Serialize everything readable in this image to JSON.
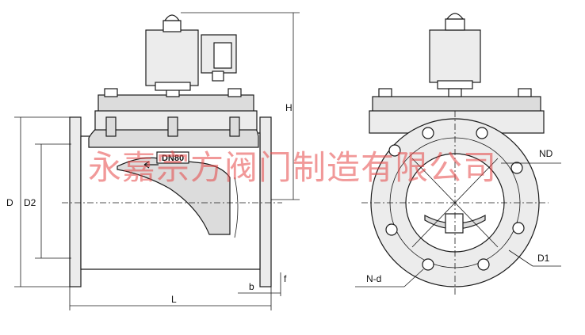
{
  "labels": {
    "H": "H",
    "D": "D",
    "D2": "D2",
    "L": "L",
    "b": "b",
    "f": "f",
    "ND": "ND",
    "D1": "D1",
    "Nd": "N-d",
    "body_mark": "DN80"
  },
  "watermark": "永嘉宗方阀门制造有限公司",
  "colors": {
    "line": "#1a1a1a",
    "body_fill": "#dcdcdc",
    "watermark": "#e64646"
  }
}
